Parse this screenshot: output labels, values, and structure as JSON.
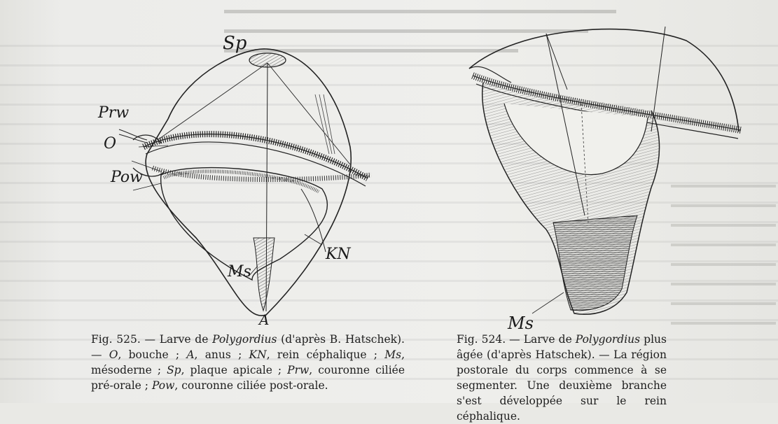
{
  "figure_525": {
    "labels": {
      "sp": "Sp",
      "prw": "Prw",
      "o": "O",
      "pow": "Pow",
      "kn": "KN",
      "ms": "Ms",
      "a": "A"
    },
    "caption": {
      "fig_number": "Fig. 525.",
      "dash": " — Larve de ",
      "genus": "Polygordius",
      "after": " (d'après B. Hatschek). — ",
      "o_abbr": "O",
      "o_def": ", bouche ; ",
      "a_abbr": "A",
      "a_def": ", anus ; ",
      "kn_abbr": "KN",
      "kn_def": ", rein céphalique ; ",
      "ms_abbr": "Ms",
      "ms_def": ", mésoderne ; ",
      "sp_abbr": "Sp",
      "sp_def": ", plaque apicale ; ",
      "prw_abbr": "Prw",
      "prw_def": ", couronne ciliée pré-orale ; ",
      "pow_abbr": "Pow",
      "pow_def": ", couronne ciliée post-orale."
    }
  },
  "figure_524": {
    "labels": {
      "ms": "Ms"
    },
    "caption": {
      "fig_number": "Fig. 524.",
      "dash": " — Larve de ",
      "genus": "Polygordius",
      "rest": " plus âgée (d'après Hatschek). — La région postorale du corps commence à se segmenter. Une deuxième branche s'est développée sur le rein céphalique."
    }
  }
}
